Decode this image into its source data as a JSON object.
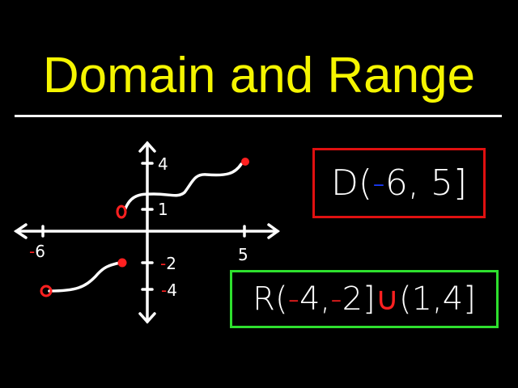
{
  "title": "Domain and Range",
  "graph": {
    "x_ticks": [
      {
        "value": "6",
        "sign": "-"
      },
      {
        "value": "5",
        "sign": ""
      }
    ],
    "y_ticks": [
      {
        "value": "4",
        "sign": ""
      },
      {
        "value": "1",
        "sign": ""
      },
      {
        "value": "2",
        "sign": "-"
      },
      {
        "value": "4",
        "sign": "-"
      }
    ]
  },
  "domain": {
    "letter": "D",
    "open": "(",
    "minus": "-",
    "a": "6",
    "sep": ", ",
    "b": "5",
    "close": "]"
  },
  "range": {
    "letter": "R",
    "open1": "(",
    "minus1": "-",
    "a": "4",
    "sep1": ",",
    "minus2": "-",
    "b": "2",
    "close1": "]",
    "union": "∪",
    "open2": "(",
    "c": "1",
    "sep2": ",",
    "d": "4",
    "close2": "]"
  },
  "colors": {
    "title": "#f5f500",
    "domain_box": "#e01010",
    "range_box": "#2ee02e",
    "endpoint": "#ff2020",
    "domain_minus": "#1a3cff"
  }
}
